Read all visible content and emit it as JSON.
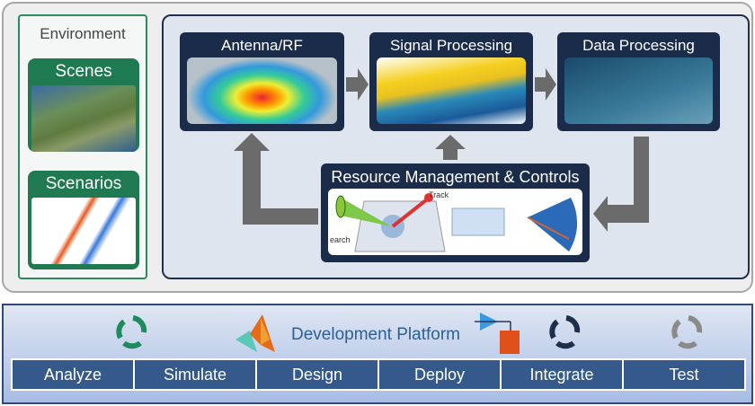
{
  "environment": {
    "title": "Environment",
    "scenes": "Scenes",
    "scenarios": "Scenarios"
  },
  "blocks": {
    "antenna": "Antenna/RF",
    "signal": "Signal Processing",
    "data": "Data Processing",
    "resource": "Resource Management & Controls",
    "resource_labels": {
      "track": "Track",
      "search": "earch"
    }
  },
  "platform": {
    "title": "Development Platform",
    "tabs": [
      "Analyze",
      "Simulate",
      "Design",
      "Deploy",
      "Integrate",
      "Test"
    ],
    "cycle_colors": [
      "#1e8a5e",
      "#1e2f4a",
      "#8a8a8a"
    ]
  }
}
